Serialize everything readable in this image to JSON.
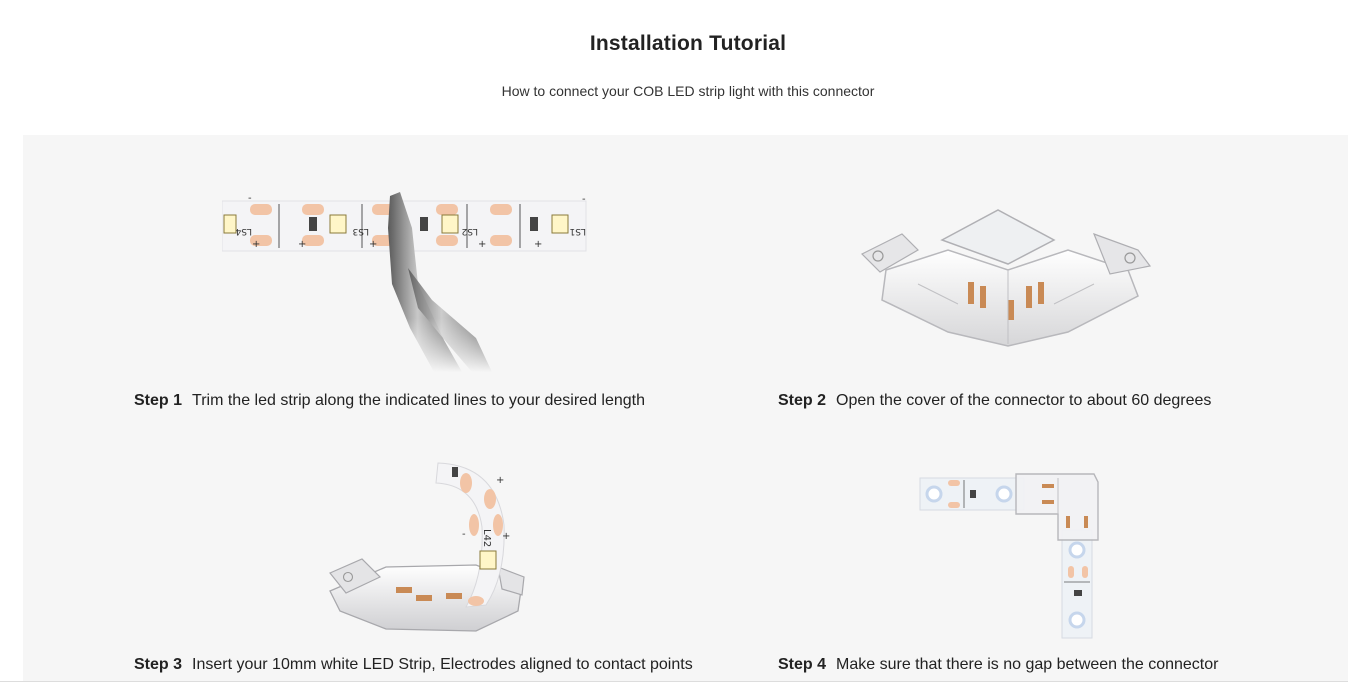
{
  "header": {
    "title": "Installation Tutorial",
    "subtitle": "How to connect your COB LED strip light with this connector"
  },
  "steps": [
    {
      "label": "Step 1",
      "text": "Trim the led strip along the indicated lines to your desired length",
      "image": "led-strip-cutting-photo",
      "strip_marks": [
        "LS4",
        "LS3",
        "LS2",
        "LS1"
      ]
    },
    {
      "label": "Step 2",
      "text": "Open the cover of the connector to about 60 degrees",
      "image": "open-connector-photo"
    },
    {
      "label": "Step 3",
      "text": "Insert your 10mm white LED Strip, Electrodes aligned to contact points",
      "image": "insert-strip-photo",
      "strip_marks": [
        "L42"
      ]
    },
    {
      "label": "Step 4",
      "text": "Make sure that there is no gap between the connector",
      "image": "l-connector-photo"
    }
  ],
  "colors": {
    "panel_bg": "#f6f6f6",
    "strip_white": "#f4f4f4",
    "copper_pad": "#f2c4a6",
    "led_yellow": "#fff6c8"
  }
}
